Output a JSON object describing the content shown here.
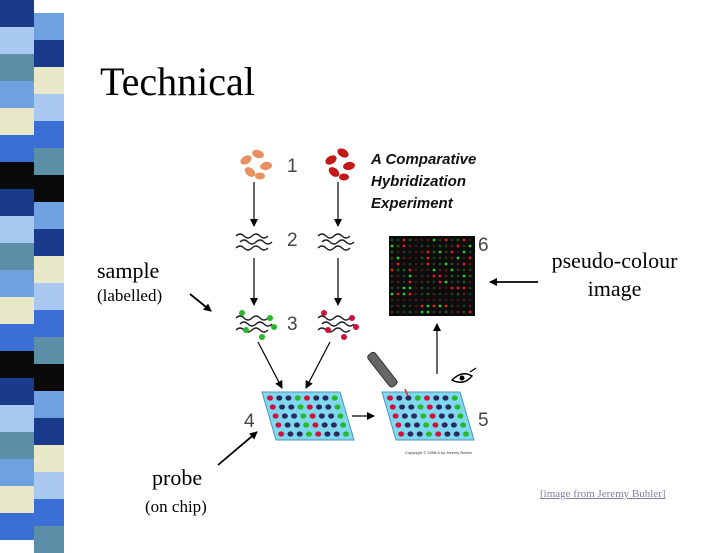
{
  "slide": {
    "title": "Technical",
    "labels": {
      "sample": "sample",
      "sample_sub": "(labelled)",
      "pseudo_line1": "pseudo-colour",
      "pseudo_line2": "image",
      "probe": "probe",
      "probe_sub": "(on chip)"
    },
    "credit": "[image from Jeremy Buhler]"
  },
  "figure": {
    "heading_line1": "A Comparative",
    "heading_line2": "Hybridization",
    "heading_line3": "Experiment",
    "step_numbers": [
      "1",
      "2",
      "3",
      "4",
      "5",
      "6"
    ],
    "copyright": "Copyright © 1998-6 by Jeremy Buhler"
  },
  "colors": {
    "strip_colors": [
      "#1a3a8c",
      "#3b6fd6",
      "#6fa0e0",
      "#a8c8f0",
      "#0a0a0a",
      "#e8e8c8",
      "#5b8fa8"
    ],
    "chip_fill": "#7fd8f0",
    "spot_red": "#d0103a",
    "spot_green": "#28b828",
    "spot_dark": "#2a2a5a"
  }
}
